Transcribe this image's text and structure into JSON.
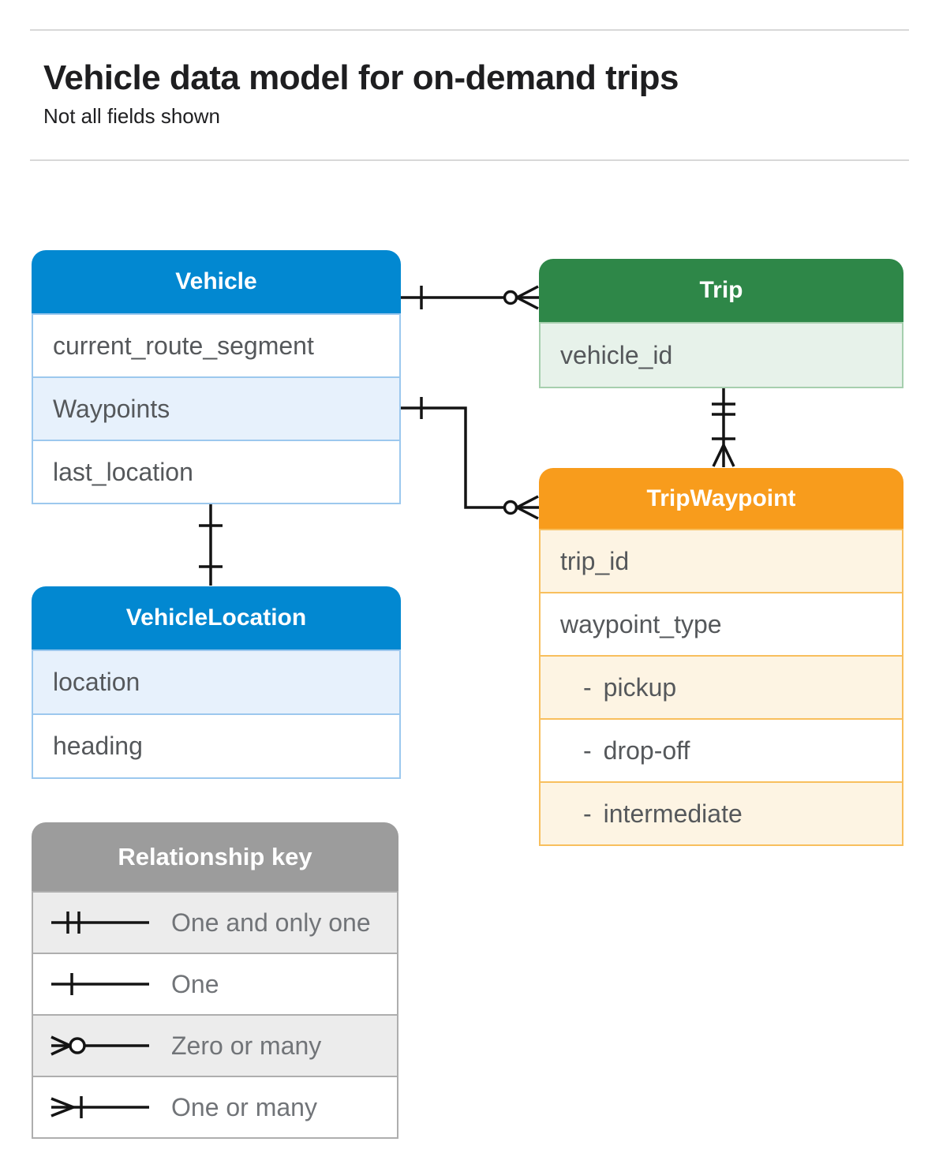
{
  "header": {
    "title": "Vehicle data model for on-demand trips",
    "subtitle": "Not all fields shown"
  },
  "tables": {
    "vehicle": {
      "title": "Vehicle",
      "fields": [
        {
          "label": "current_route_segment"
        },
        {
          "label": "Waypoints"
        },
        {
          "label": "last_location"
        }
      ]
    },
    "trip": {
      "title": "Trip",
      "fields": [
        {
          "label": "vehicle_id"
        }
      ]
    },
    "tripWaypoint": {
      "title": "TripWaypoint",
      "fields": [
        {
          "label": "trip_id"
        },
        {
          "label": "waypoint_type"
        },
        {
          "bullet": "-",
          "label": "pickup"
        },
        {
          "bullet": "-",
          "label": "drop-off"
        },
        {
          "bullet": "-",
          "label": "intermediate"
        }
      ]
    },
    "vehicleLocation": {
      "title": "VehicleLocation",
      "fields": [
        {
          "label": "location"
        },
        {
          "label": "heading"
        }
      ]
    }
  },
  "relationships": [
    {
      "from": "Vehicle",
      "to": "Trip",
      "from_end": "one",
      "to_end": "zero-or-many"
    },
    {
      "from": "Vehicle.Waypoints",
      "to": "TripWaypoint",
      "from_end": "one",
      "to_end": "zero-or-many"
    },
    {
      "from": "Trip",
      "to": "TripWaypoint",
      "from_end": "one-and-only-one",
      "to_end": "one-or-many"
    },
    {
      "from": "Vehicle",
      "to": "VehicleLocation",
      "from_end": "one",
      "to_end": "one"
    }
  ],
  "legend": {
    "title": "Relationship key",
    "items": [
      {
        "symbol": "one-and-only-one",
        "label": "One and only one"
      },
      {
        "symbol": "one",
        "label": "One"
      },
      {
        "symbol": "zero-or-many",
        "label": "Zero or many"
      },
      {
        "symbol": "one-or-many",
        "label": "One or many"
      }
    ]
  },
  "colors": {
    "blue": "#0288d1",
    "blue-tint": "#e7f1fc",
    "blue-border": "#9cc8ee",
    "green": "#2e8748",
    "green-tint": "#e7f2ea",
    "green-border": "#a6cfae",
    "orange": "#f89c1c",
    "orange-tint": "#fdf4e3",
    "orange-border": "#f8bf5d",
    "gray": "#9c9c9c",
    "gray-tint": "#ececec",
    "gray-border": "#aeaeae",
    "field-text": "#55585b",
    "legend-text": "#717478",
    "line": "#141414"
  }
}
